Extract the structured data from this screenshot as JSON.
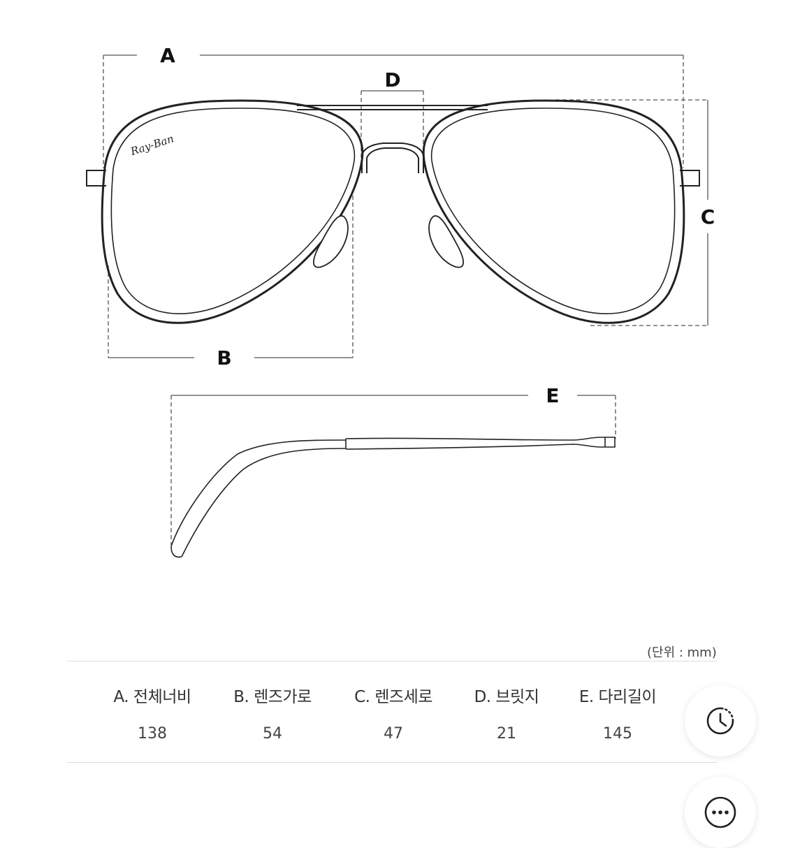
{
  "diagram": {
    "labels": {
      "a": "A",
      "b": "B",
      "c": "C",
      "d": "D",
      "e": "E"
    },
    "brand_logo": "Ray-Ban"
  },
  "specs": {
    "unit_note": "(단위 : mm)",
    "columns": [
      {
        "label": "A. 전체너비",
        "value": "138"
      },
      {
        "label": "B. 렌즈가로",
        "value": "54"
      },
      {
        "label": "C. 렌즈세로",
        "value": "47"
      },
      {
        "label": "D. 브릿지",
        "value": "21"
      },
      {
        "label": "E. 다리길이",
        "value": "145"
      }
    ]
  },
  "floating_buttons": {
    "history_icon": "clock-history-icon",
    "more_icon": "more-dots-icon"
  }
}
